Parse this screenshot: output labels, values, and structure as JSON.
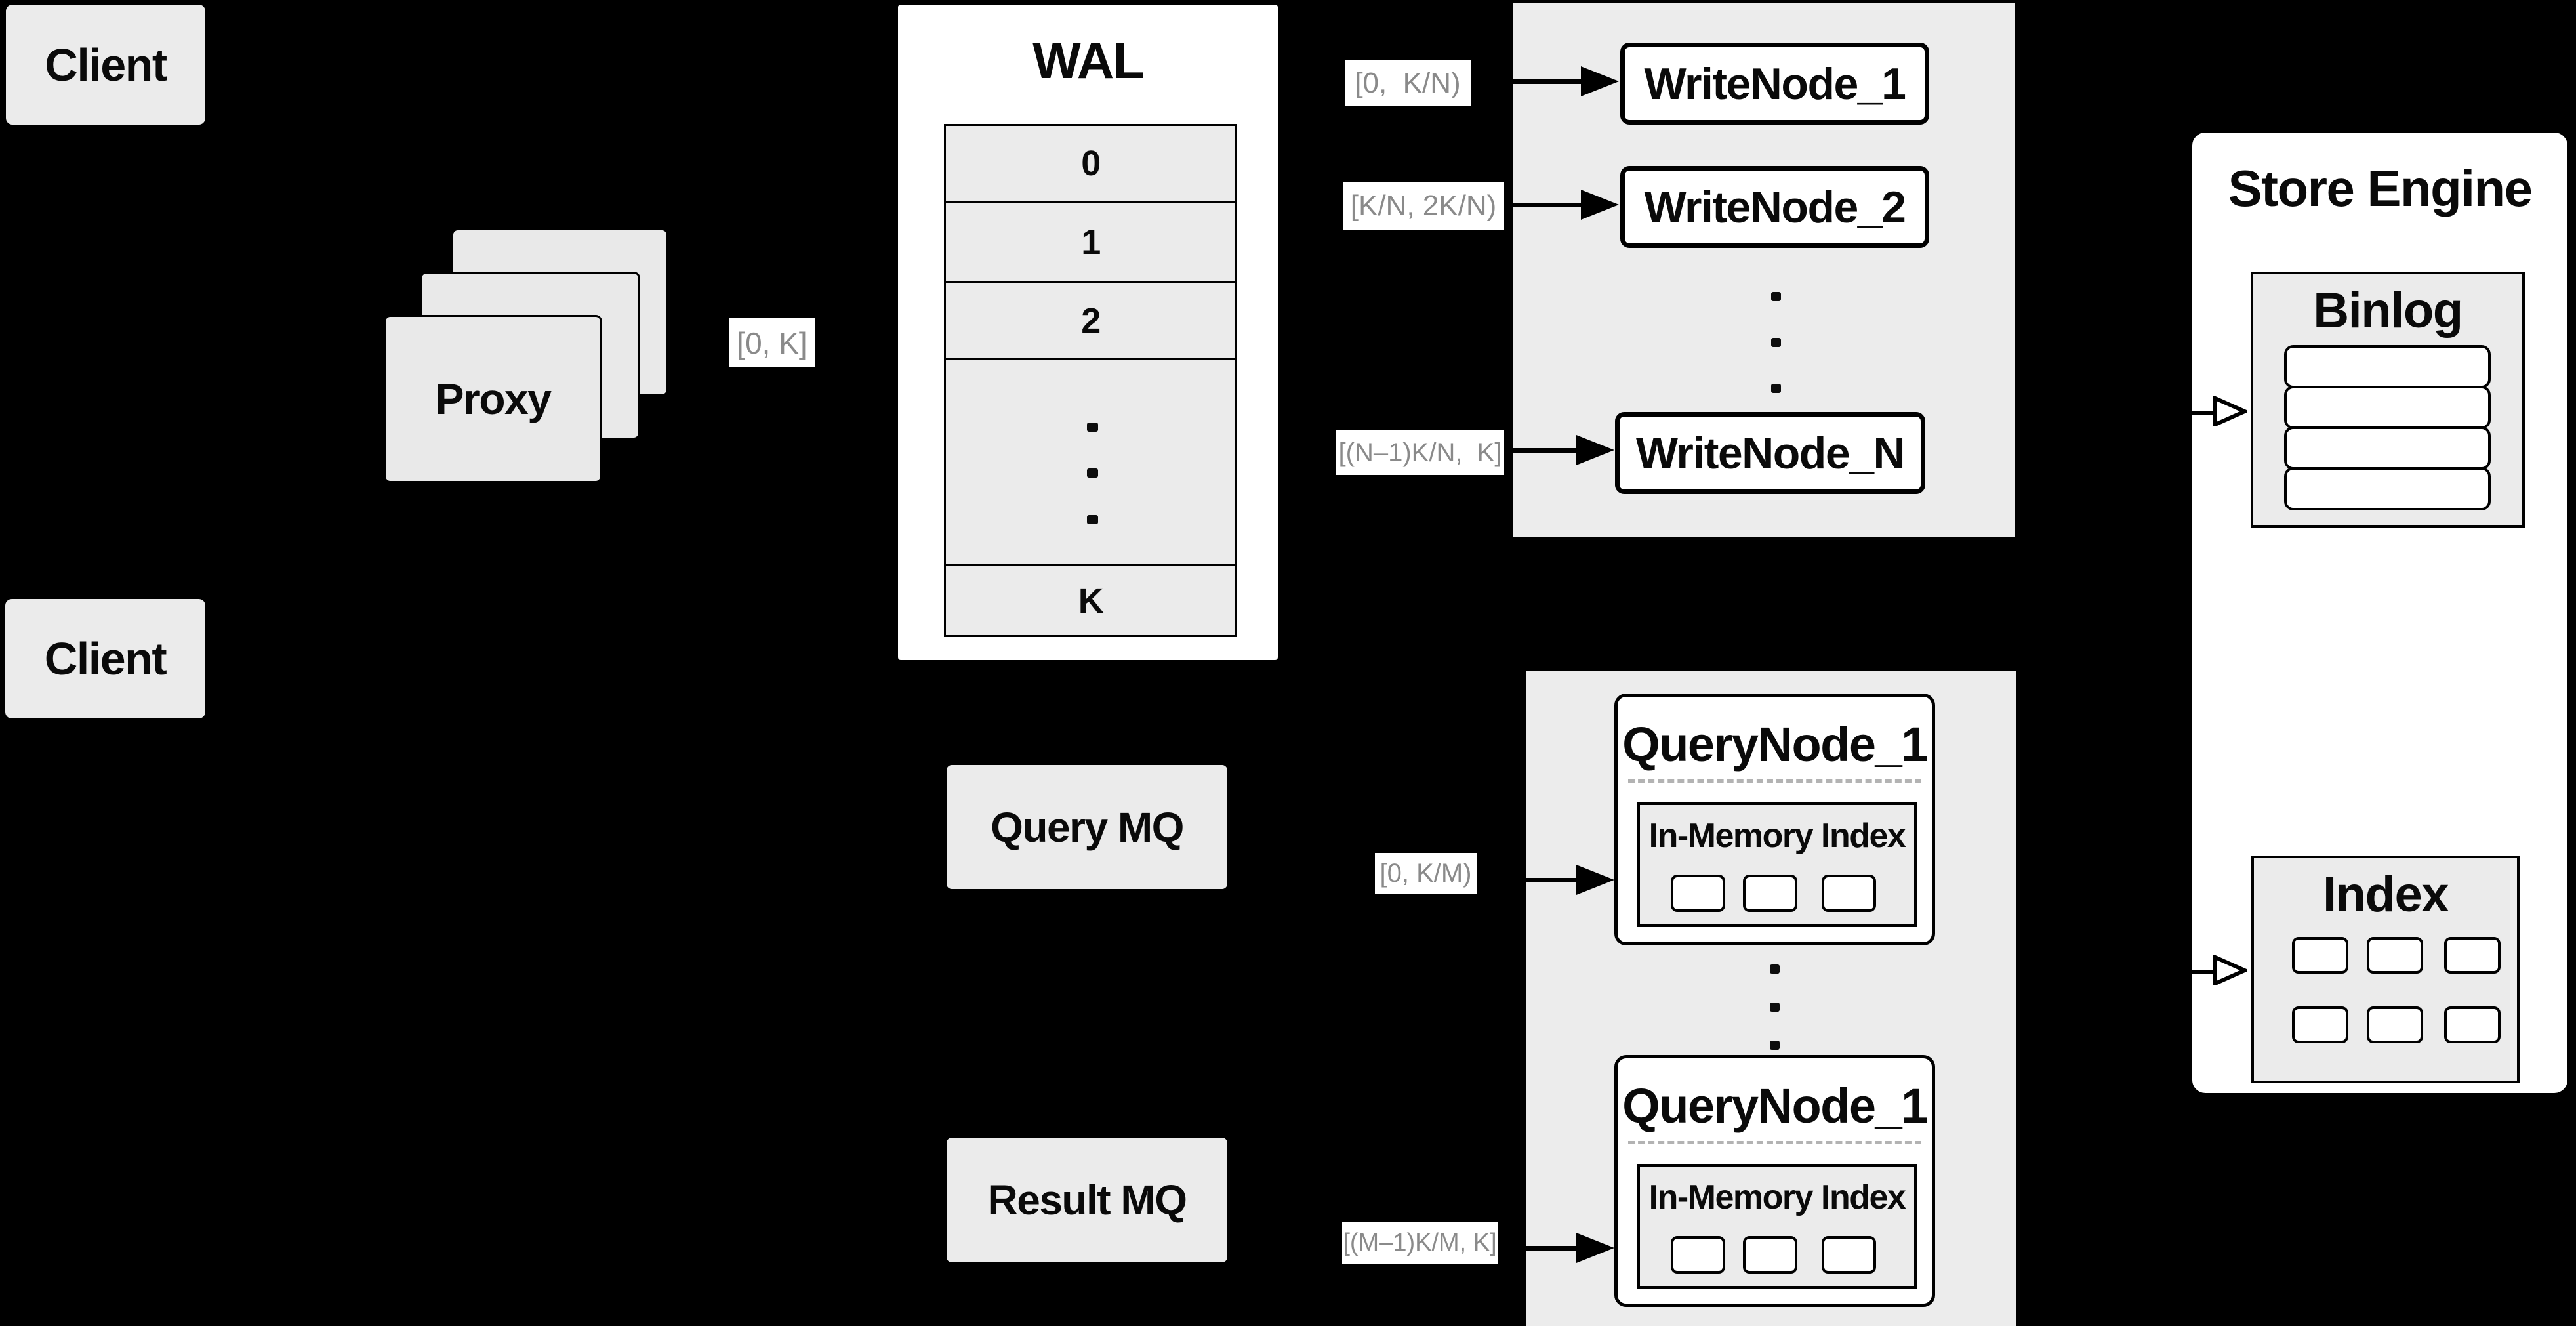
{
  "colors": {
    "background": "#000000",
    "panel_gray": "#ececeb",
    "box_gray": "#ebebeb",
    "box_white": "#ffffff",
    "line_black": "#000000",
    "range_label_text": "#8a8a8a"
  },
  "client_top": {
    "label": "Client"
  },
  "client_bottom": {
    "label": "Client"
  },
  "proxy": {
    "label": "Proxy"
  },
  "proxy_range_label": "[0, K]",
  "wal": {
    "title": "WAL",
    "rows": [
      "0",
      "1",
      "2"
    ],
    "last_row": "K"
  },
  "write_group": {
    "range_labels": [
      "[0,  K/N)",
      "[K/N, 2K/N)",
      "[(N–1)K/N,  K]"
    ],
    "nodes": [
      "WriteNode_1",
      "WriteNode_2",
      "WriteNode_N"
    ]
  },
  "mq": {
    "query_label": "Query MQ",
    "result_label": "Result MQ"
  },
  "query_group": {
    "range_labels": [
      "[0, K/M)",
      "[(M–1)K/M, K]"
    ],
    "nodes": [
      {
        "title": "QueryNode_1",
        "inner_title": "In-Memory Index"
      },
      {
        "title": "QueryNode_1",
        "inner_title": "In-Memory Index"
      }
    ]
  },
  "store_engine": {
    "title": "Store Engine",
    "binlog_title": "Binlog",
    "index_title": "Index"
  }
}
